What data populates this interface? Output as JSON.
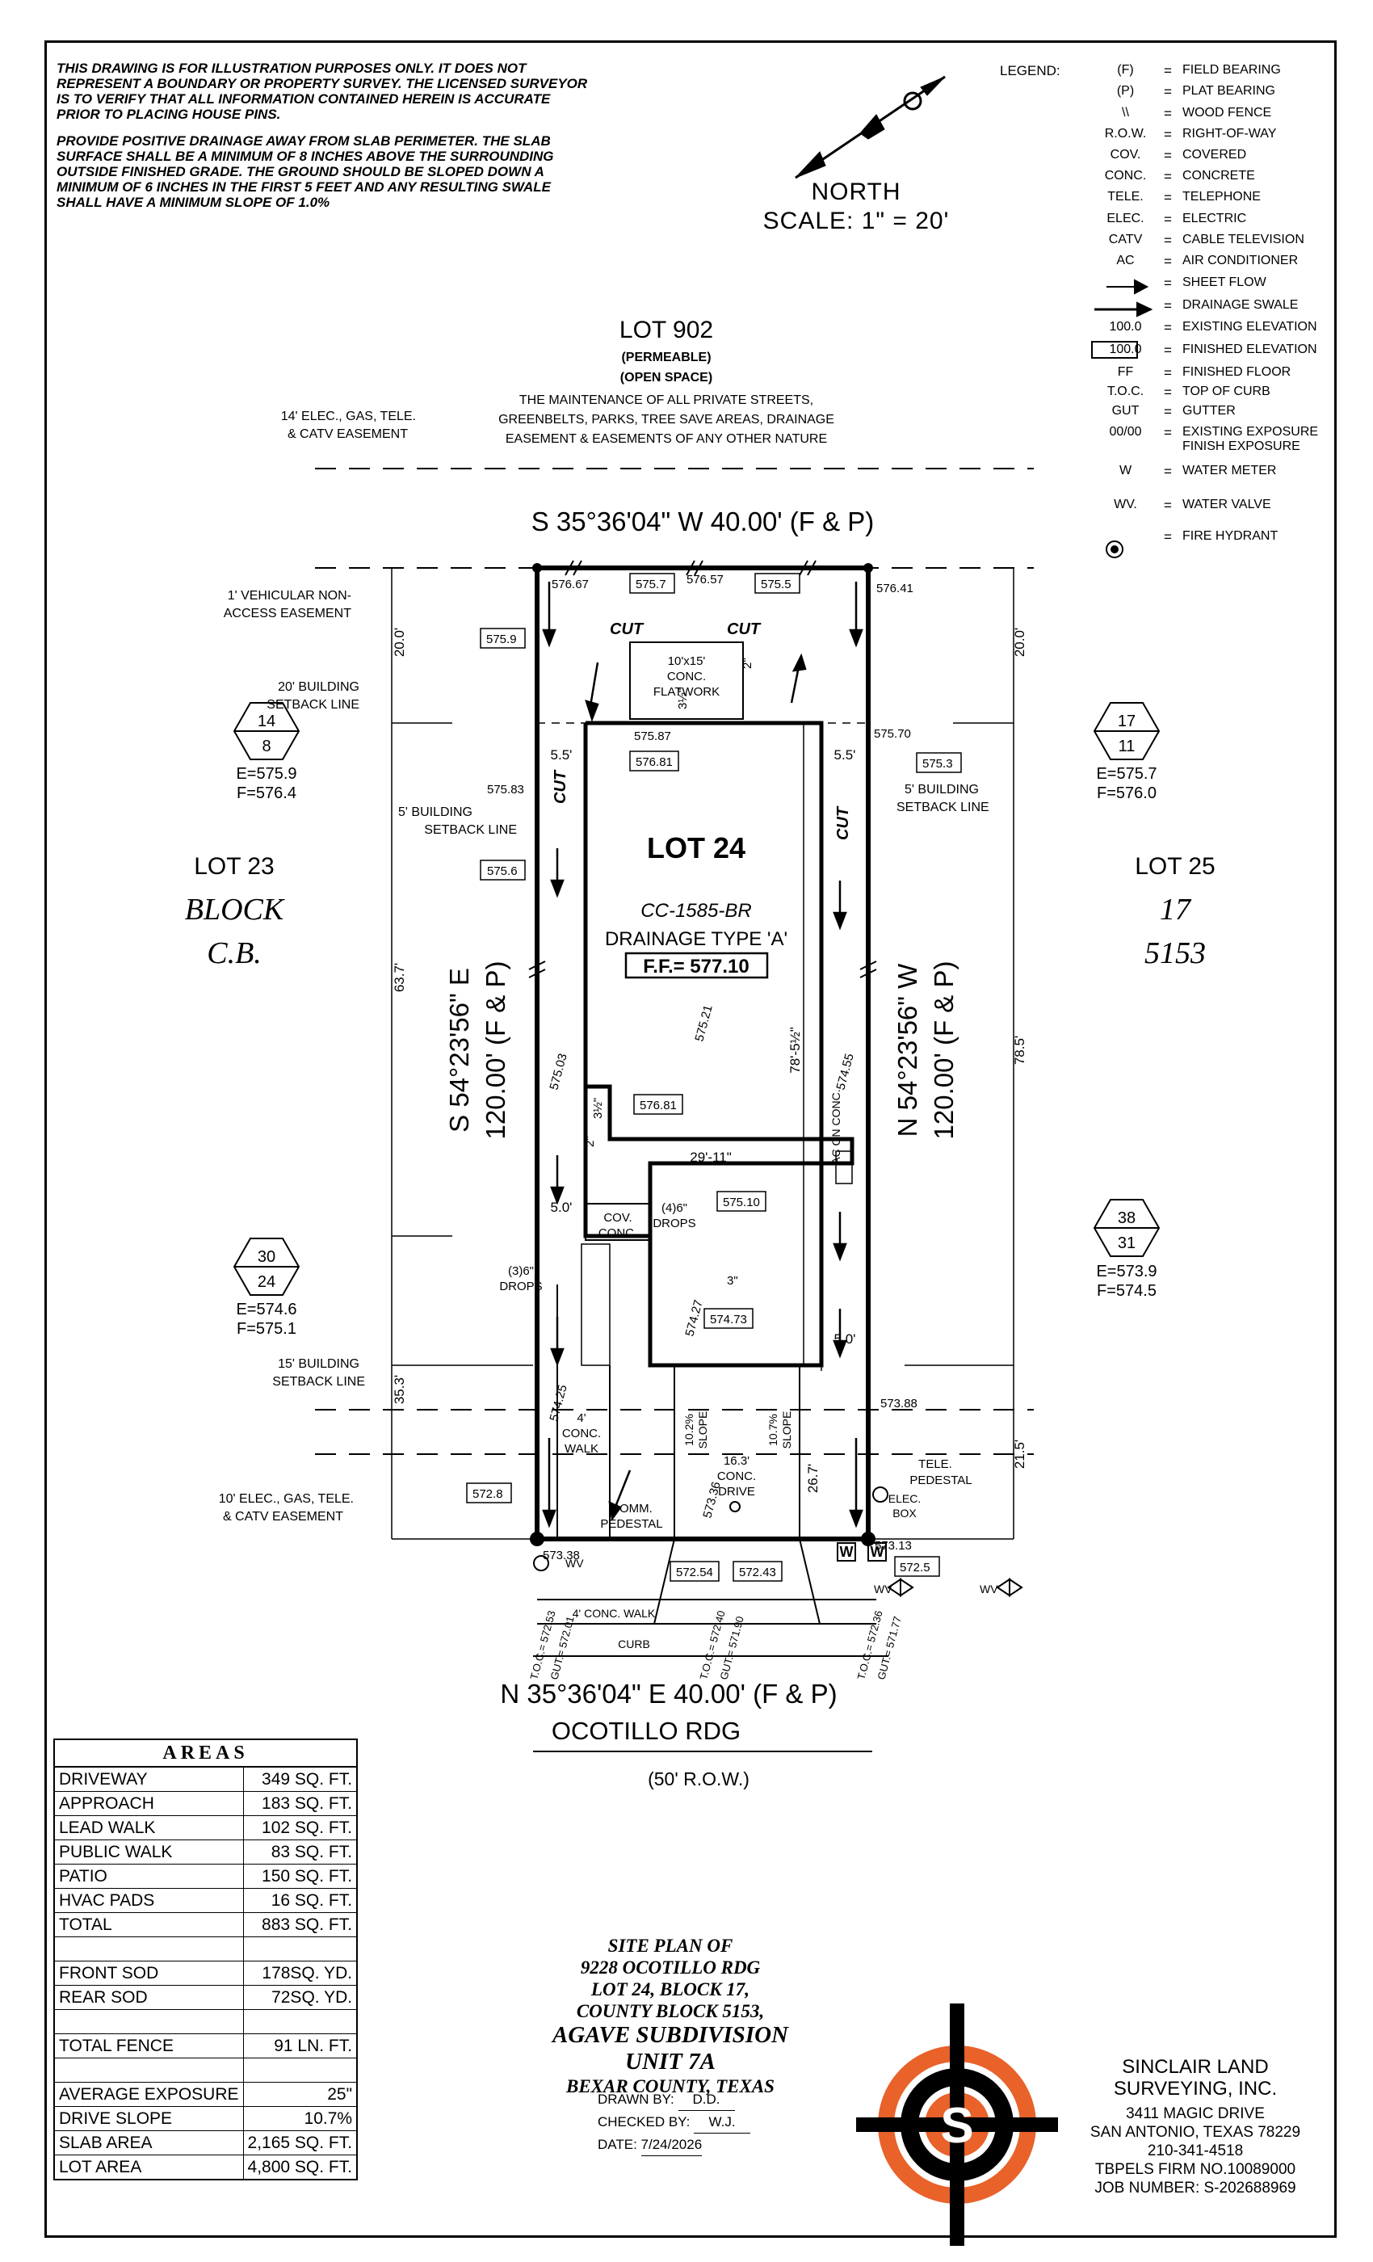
{
  "disclaimer": {
    "p1": "THIS DRAWING IS FOR ILLUSTRATION PURPOSES ONLY. IT DOES NOT\nREPRESENT A BOUNDARY OR PROPERTY SURVEY. THE LICENSED SURVEYOR\nIS TO VERIFY THAT ALL INFORMATION CONTAINED HEREIN IS ACCURATE\nPRIOR TO PLACING HOUSE PINS.",
    "p2": "PROVIDE POSITIVE DRAINAGE AWAY FROM SLAB PERIMETER. THE SLAB\nSURFACE SHALL BE A MINIMUM OF 8 INCHES ABOVE THE SURROUNDING\nOUTSIDE FINISHED GRADE. THE GROUND SHOULD BE SLOPED DOWN A\nMINIMUM OF 6 INCHES IN THE FIRST 5 FEET AND ANY RESULTING SWALE\nSHALL HAVE A MINIMUM SLOPE OF 1.0%"
  },
  "north": {
    "label": "NORTH",
    "scale": "SCALE: 1\" = 20'"
  },
  "legend": {
    "title": "LEGEND:",
    "items": [
      {
        "sym": "(F)",
        "text": "FIELD BEARING"
      },
      {
        "sym": "(P)",
        "text": "PLAT BEARING"
      },
      {
        "sym": "\\\\",
        "text": "WOOD FENCE"
      },
      {
        "sym": "R.O.W.",
        "text": "RIGHT-OF-WAY"
      },
      {
        "sym": "COV.",
        "text": "COVERED"
      },
      {
        "sym": "CONC.",
        "text": "CONCRETE"
      },
      {
        "sym": "TELE.",
        "text": "TELEPHONE"
      },
      {
        "sym": "ELEC.",
        "text": "ELECTRIC"
      },
      {
        "sym": "CATV",
        "text": "CABLE TELEVISION"
      },
      {
        "sym": "AC",
        "text": "AIR CONDITIONER"
      },
      {
        "sym": "",
        "text": "SHEET FLOW"
      },
      {
        "sym": "",
        "text": "DRAINAGE SWALE"
      },
      {
        "sym": "100.0",
        "text": "EXISTING ELEVATION"
      },
      {
        "sym": "100.0",
        "text": "FINISHED ELEVATION"
      },
      {
        "sym": "FF",
        "text": "FINISHED FLOOR"
      },
      {
        "sym": "T.O.C.",
        "text": "TOP OF CURB"
      },
      {
        "sym": "GUT",
        "text": "GUTTER"
      },
      {
        "sym": "00/00",
        "text": "EXISTING EXPOSURE\nFINISH EXPOSURE"
      },
      {
        "sym": "W",
        "text": "WATER METER"
      },
      {
        "sym": "WV.",
        "text": "WATER VALVE"
      },
      {
        "sym": "",
        "text": "FIRE HYDRANT"
      }
    ]
  },
  "plan": {
    "lot902": "LOT 902",
    "permeable": "(PERMEABLE)",
    "open_space": "(OPEN SPACE)",
    "maintenance1": "THE MAINTENANCE OF ALL PRIVATE STREETS,",
    "maintenance2": "GREENBELTS, PARKS, TREE SAVE AREAS, DRAINAGE",
    "maintenance3": "EASEMENT & EASEMENTS OF ANY OTHER NATURE",
    "easement_top1": "14' ELEC., GAS, TELE.",
    "easement_top2": "& CATV EASEMENT",
    "bearing_top": "S 35°36'04\" W 40.00' (F & P)",
    "bearing_bottom": "N 35°36'04\" E 40.00' (F & P)",
    "bearing_left": "S 54°23'56\" E",
    "bearing_left2": "120.00' (F & P)",
    "bearing_right": "N 54°23'56\" W",
    "bearing_right2": "120.00' (F & P)",
    "vehicular1": "1' VEHICULAR NON-",
    "vehicular2": "ACCESS EASEMENT",
    "setback20_1": "20' BUILDING",
    "setback20_2": "SETBACK LINE",
    "setback5l_1": "5' BUILDING",
    "setback5l_2": "SETBACK LINE",
    "setback5r_1": "5' BUILDING",
    "setback5r_2": "SETBACK LINE",
    "setback15_1": "15' BUILDING",
    "setback15_2": "SETBACK LINE",
    "easement_bot1": "10' ELEC., GAS, TELE.",
    "easement_bot2": "& CATV EASEMENT",
    "lot23": "LOT 23",
    "block_l": "BLOCK",
    "block_l2": "C.B.",
    "lot25": "LOT 25",
    "lot25_17": "17",
    "lot25_5153": "5153",
    "lot24": "LOT 24",
    "plan_code": "CC-1585-BR",
    "drainage": "DRAINAGE TYPE 'A'",
    "ff": "F.F.= 577.10",
    "flatwork1": "10'x15'",
    "flatwork2": "CONC.",
    "flatwork3": "FLATWORK",
    "cut": "CUT",
    "dim_20_left": "20.0'",
    "dim_20_right": "20.0'",
    "dim_637": "63.7'",
    "dim_785": "78.5'",
    "dim_353": "35.3'",
    "dim_215": "21.5'",
    "dim_55l": "5.5'",
    "dim_55r": "5.5'",
    "dim_50l": "5.0'",
    "dim_50r": "5.0'",
    "dim_2911": "29'-11\"",
    "dim_7852": "78'-5½\"",
    "dim_267": "26.7'",
    "dim_34a": "3½\"",
    "dim_34b": "3½\"",
    "dim_2": "2\"",
    "dim_2b": "2\"",
    "dim_3": "3\"",
    "acpad": "AC ON CONC.",
    "cov1": "COV.",
    "cov2": "CONC.",
    "drops4": "(4)6\"",
    "drops4b": "DROPS",
    "drops3": "(3)6\"",
    "drops3b": "DROPS",
    "walk1": "4'",
    "walk2": "CONC.",
    "walk3": "WALK",
    "slope_l": "10.2%",
    "slope_l2": "SLOPE",
    "slope_r": "10.7%",
    "slope_r2": "SLOPE",
    "drive1": "16.3'",
    "drive2": "CONC.",
    "drive3": "DRIVE",
    "comm1": "COMM.",
    "comm2": "PEDESTAL",
    "tele1": "TELE.",
    "tele2": "PEDESTAL",
    "elecbox1": "ELEC.",
    "elecbox2": "BOX",
    "conc_walk": "4' CONC. WALK",
    "curb": "CURB",
    "wv": "WV",
    "wv2": "WV",
    "wv3": "WV",
    "w": "W",
    "road": "OCOTILLO RDG",
    "row": "(50' R.O.W.)",
    "hex_l_top": {
      "a": "14",
      "b": "8",
      "e": "E=575.9",
      "f": "F=576.4"
    },
    "hex_r_top": {
      "a": "17",
      "b": "11",
      "e": "E=575.7",
      "f": "F=576.0"
    },
    "hex_l_bot": {
      "a": "30",
      "b": "24",
      "e": "E=574.6",
      "f": "F=575.1"
    },
    "hex_r_bot": {
      "a": "38",
      "b": "31",
      "e": "E=573.9",
      "f": "F=574.5"
    },
    "elev": {
      "e57667": "576.67",
      "e5757": "575.7",
      "e57657": "576.57",
      "e5755": "575.5",
      "e57641": "576.41",
      "e5759": "575.9",
      "e57587": "575.87",
      "e57681": "576.81",
      "e57570": "575.70",
      "e5753": "575.3",
      "e57583": "575.83",
      "e5756": "575.6",
      "e57521": "575.21",
      "e57503": "575.03",
      "e57681b": "576.81",
      "e57455": "574.55",
      "e57510": "575.10",
      "e57427": "574.27",
      "e57473": "574.73",
      "e57425": "574.25",
      "e57388": "573.88",
      "e5728": "572.8",
      "e57338": "573.38",
      "e57336": "573.36",
      "e57254": "572.54",
      "e57243": "572.43",
      "e57313": "573.13",
      "e5725": "572.5",
      "toc1": "T.O.C.= 572.53",
      "gut1": "GUT.= 572.01",
      "toc2": "T.O.C.= 572.40",
      "gut2": "GUT.= 571.90",
      "toc3": "T.O.C.= 572.36",
      "gut3": "GUT.= 571.77"
    }
  },
  "areas": {
    "title": "AREAS",
    "rows": [
      [
        "DRIVEWAY",
        "349 SQ. FT."
      ],
      [
        "APPROACH",
        "183 SQ. FT."
      ],
      [
        "LEAD WALK",
        "102 SQ. FT."
      ],
      [
        "PUBLIC WALK",
        "83 SQ. FT."
      ],
      [
        "PATIO",
        "150 SQ. FT."
      ],
      [
        "HVAC PADS",
        "16 SQ. FT."
      ],
      [
        "TOTAL",
        "883 SQ. FT."
      ],
      [
        "",
        ""
      ],
      [
        "FRONT SOD",
        "178SQ. YD."
      ],
      [
        "REAR SOD",
        "72SQ. YD."
      ],
      [
        "",
        ""
      ],
      [
        "TOTAL FENCE",
        "91 LN. FT."
      ],
      [
        "",
        ""
      ],
      [
        "AVERAGE EXPOSURE",
        "25\""
      ],
      [
        "DRIVE SLOPE",
        "10.7%"
      ],
      [
        "SLAB AREA",
        "2,165 SQ. FT."
      ],
      [
        "LOT AREA",
        "4,800 SQ. FT."
      ]
    ]
  },
  "title_block": {
    "l1": "SITE PLAN OF",
    "l2": "9228 OCOTILLO RDG",
    "l3": "LOT 24, BLOCK 17,",
    "l4": "COUNTY BLOCK 5153,",
    "l5": "AGAVE SUBDIVISION",
    "l6": "UNIT 7A",
    "l7": "BEXAR COUNTY, TEXAS",
    "drawn_label": "DRAWN BY:",
    "drawn": "D.D.",
    "checked_label": "CHECKED BY:",
    "checked": "W.J.",
    "date_label": "DATE:",
    "date": "7/24/2026"
  },
  "company": {
    "name1": "SINCLAIR LAND",
    "name2": "SURVEYING, INC.",
    "addr1": "3411 MAGIC DRIVE",
    "addr2": "SAN ANTONIO, TEXAS 78229",
    "phone": "210-341-4518",
    "firm": "TBPELS FIRM NO.10089000",
    "job": "JOB NUMBER:  S-202688969"
  },
  "colors": {
    "logo_orange": "#e8622a",
    "ink": "#000000"
  }
}
